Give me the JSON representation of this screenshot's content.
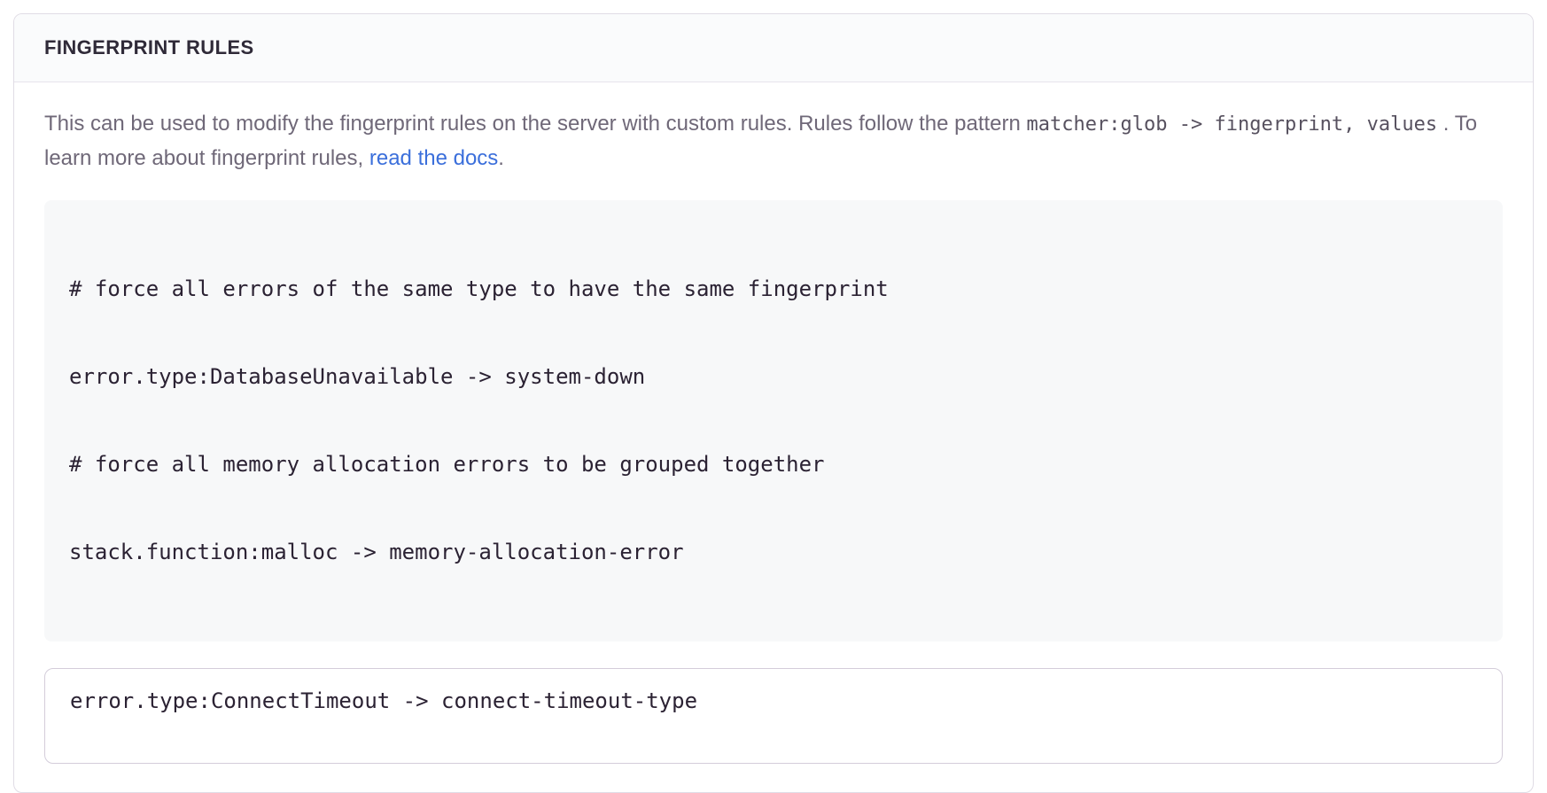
{
  "panel": {
    "title": "FINGERPRINT RULES",
    "description": {
      "part1": "This can be used to modify the fingerprint rules on the server with custom rules. Rules follow the pattern ",
      "pattern_code": "matcher:glob -> fingerprint, values",
      "part2": " . To learn more about fingerprint rules, ",
      "link_text": "read the docs",
      "part3": "."
    },
    "code_example": {
      "lines": [
        "# force all errors of the same type to have the same fingerprint",
        "error.type:DatabaseUnavailable -> system-down",
        "# force all memory allocation errors to be grouped together",
        "stack.function:malloc -> memory-allocation-error"
      ]
    },
    "editor": {
      "value": "error.type:ConnectTimeout -> connect-timeout-type"
    },
    "colors": {
      "link": "#3b6fdb",
      "title": "#2f2a38",
      "body_text": "#6f6878",
      "code_text": "#2b2233",
      "code_block_bg": "#f7f8f9",
      "panel_border": "#e0dce5",
      "header_bg": "#fafbfc"
    }
  }
}
